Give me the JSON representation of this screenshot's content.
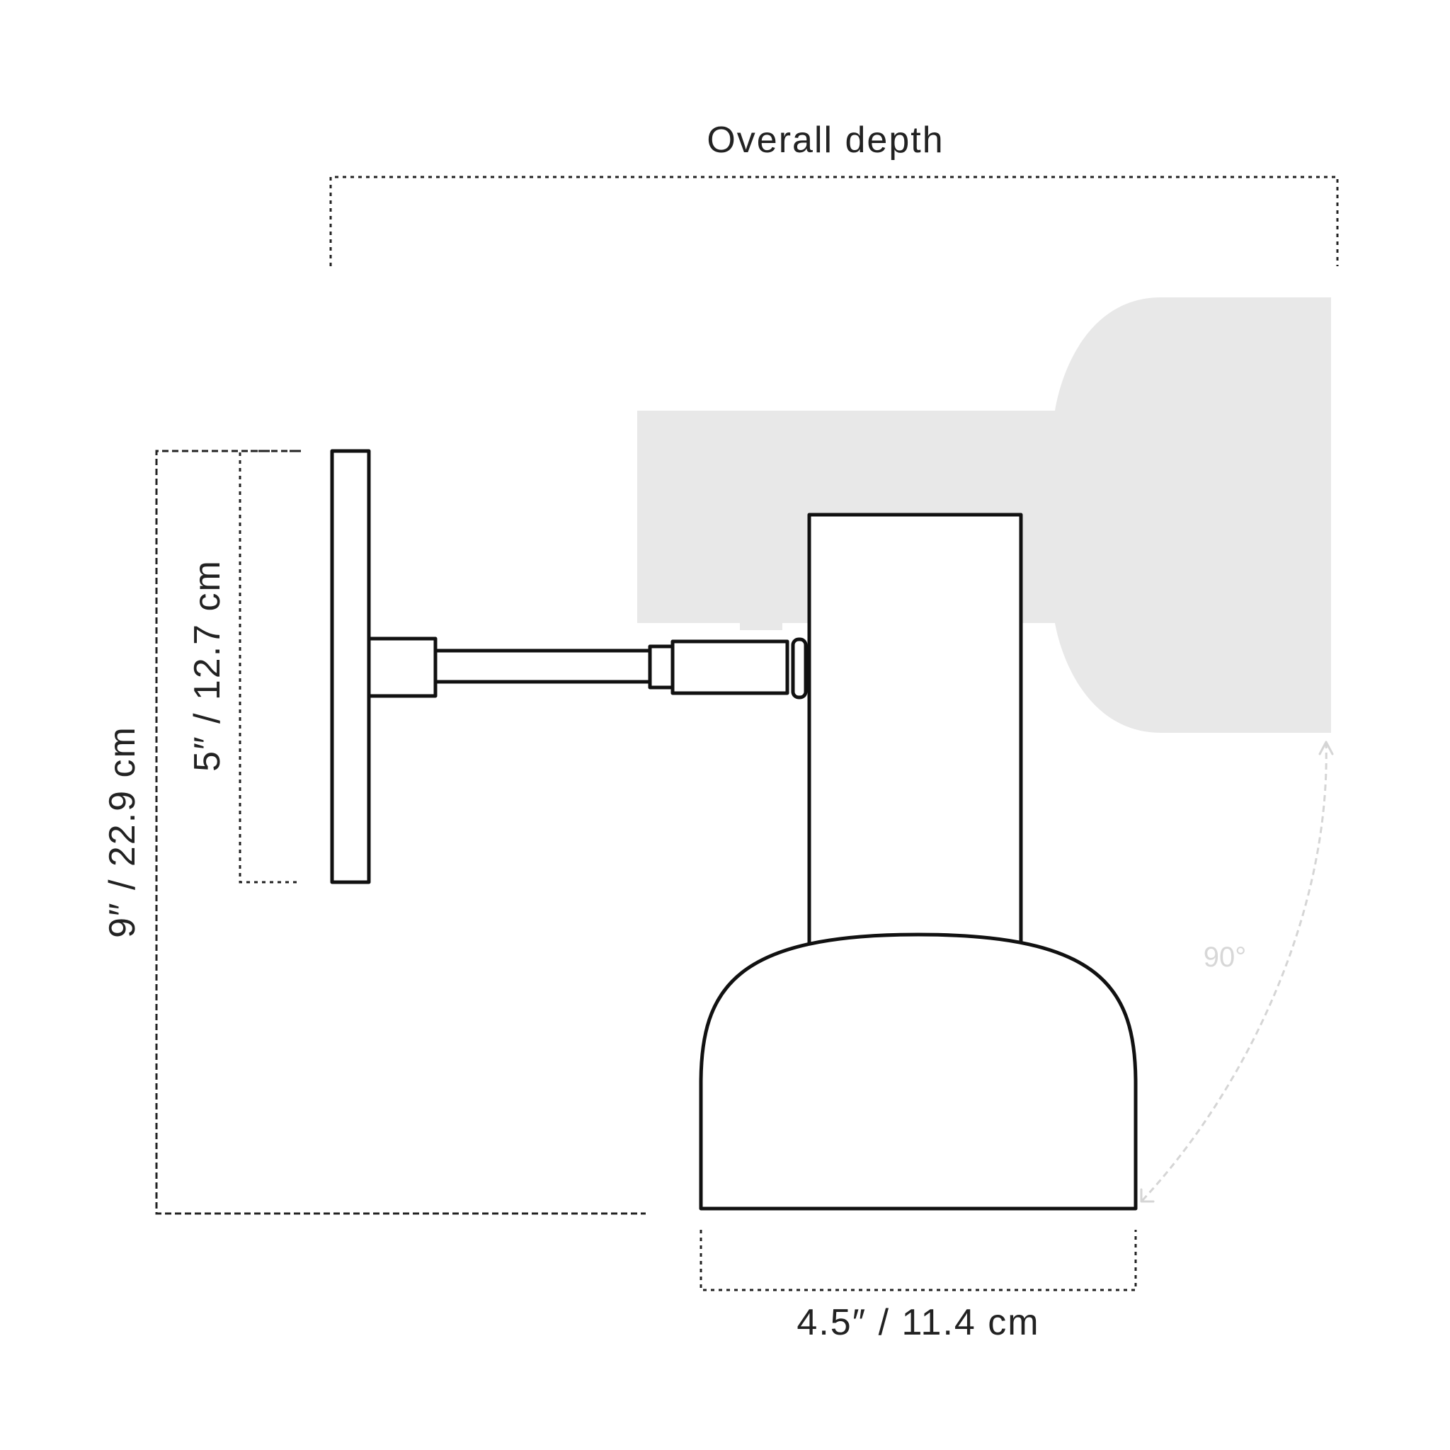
{
  "labels": {
    "overall_depth": "Overall depth",
    "shade_width": "4.5″ / 11.4 cm",
    "backplate_height": "5″ / 12.7 cm",
    "overall_height": "9″ / 22.9 cm",
    "rotation_angle": "90°"
  },
  "colors": {
    "line": "#111111",
    "text": "#222222",
    "ghost_fill": "#e8e8e8",
    "ghost_arc": "#d5d5d5"
  }
}
